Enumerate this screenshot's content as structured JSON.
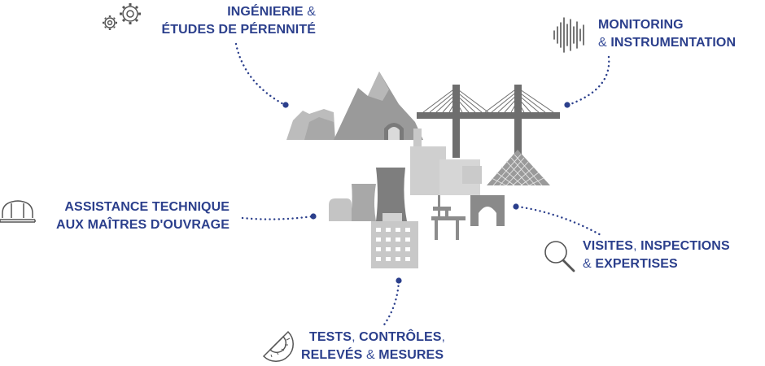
{
  "colors": {
    "accent": "#2b3f8c",
    "dots": "#2b3f8c",
    "illustration_dark": "#8a8a8a",
    "illustration_mid": "#b4b4b4",
    "illustration_light": "#d8d8d8",
    "icon_stroke": "#555555"
  },
  "labels": {
    "engineering": {
      "line1_main": "INGÉNIERIE",
      "line1_amp": "&",
      "line2": "ÉTUDES DE PÉRENNITÉ",
      "icon": "gears-icon"
    },
    "monitoring": {
      "line1": "MONITORING",
      "line2_amp": "&",
      "line2_main": "INSTRUMENTATION",
      "icon": "waveform-icon"
    },
    "assistance": {
      "line1": "ASSISTANCE TECHNIQUE",
      "line2": "AUX MAÎTRES D'OUVRAGE",
      "icon": "hard-hat-icon"
    },
    "visits": {
      "line1_a": "VISITES",
      "line1_sep": ",",
      "line1_b": "INSPECTIONS",
      "line2_amp": "&",
      "line2_main": "EXPERTISES",
      "icon": "magnifier-icon"
    },
    "tests": {
      "line1_a": "TESTS",
      "line1_sep": ",",
      "line1_b": "CONTRÔLES",
      "line1_end": ",",
      "line2_a": "RELEVÉS",
      "line2_amp": "&",
      "line2_b": "MESURES",
      "icon": "protractor-icon"
    }
  }
}
